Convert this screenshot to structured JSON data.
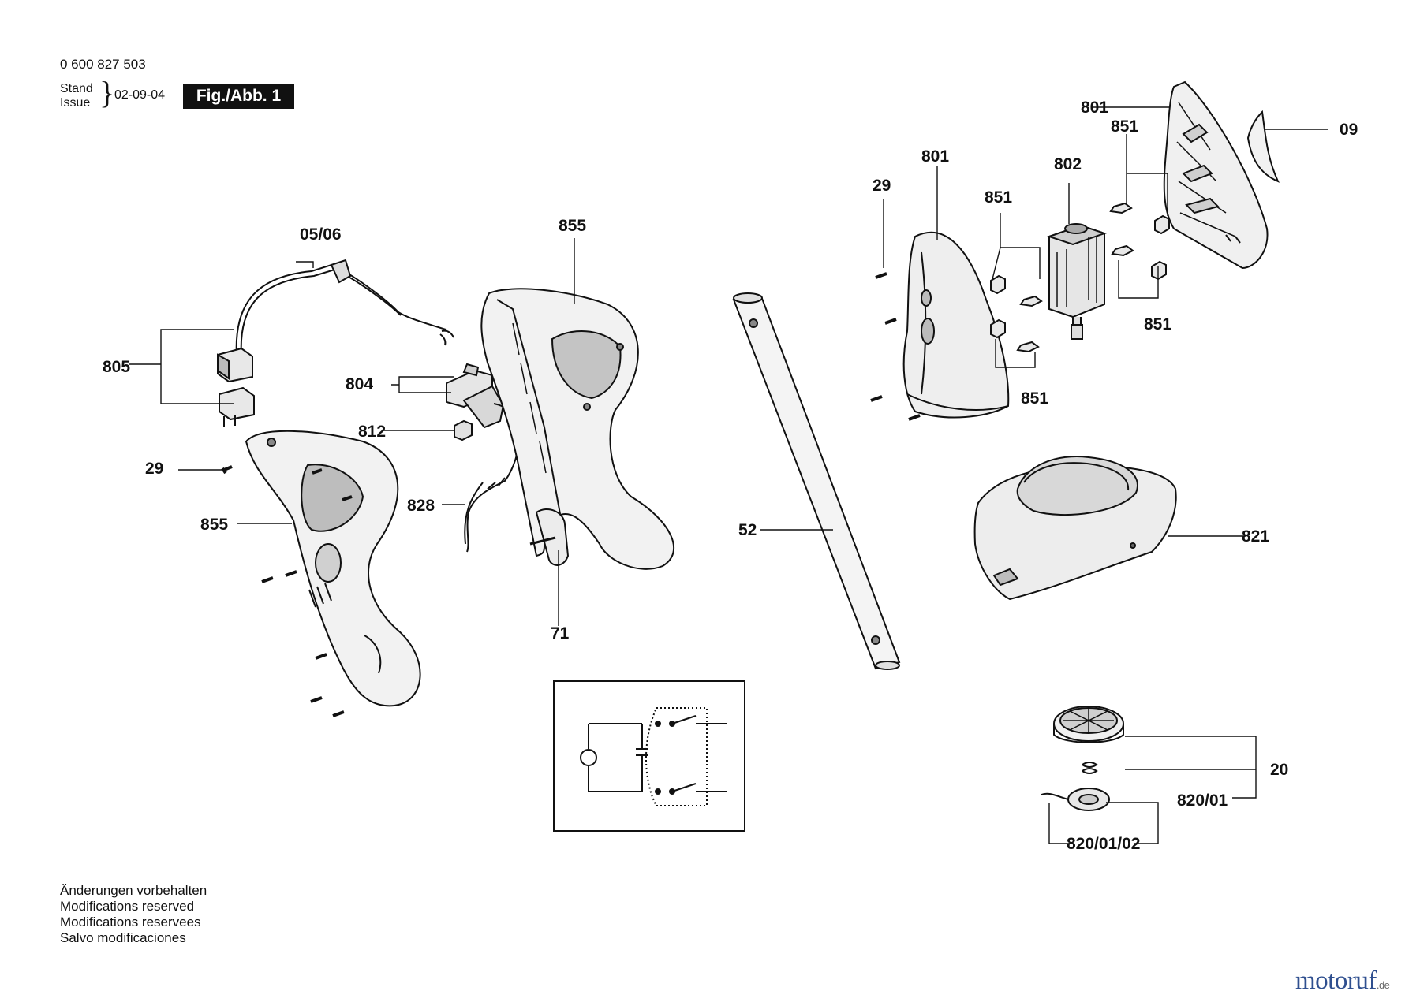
{
  "header": {
    "doc_number": "0 600 827 503",
    "stand_label": "Stand",
    "issue_label": "Issue",
    "date": "02-09-04",
    "figure_label": "Fig./Abb. 1"
  },
  "footer": {
    "notes": [
      "Änderungen vorbehalten",
      "Modifications reserved",
      "Modifications reservees",
      "Salvo modificaciones"
    ]
  },
  "brand": {
    "name": "motoruf",
    "tld": ".de",
    "color": "#2f4f8f"
  },
  "callouts": {
    "c0506": "05/06",
    "c805": "805",
    "c29_left": "29",
    "c855_left": "855",
    "c855_top": "855",
    "c804": "804",
    "c812": "812",
    "c828": "828",
    "c71": "71",
    "c52": "52",
    "c29_right": "29",
    "c801_mid": "801",
    "c801_top": "801",
    "c851_a": "851",
    "c851_b": "851",
    "c851_c": "851",
    "c851_d": "851",
    "c802": "802",
    "c09": "09",
    "c821": "821",
    "c20": "20",
    "c820_01": "820/01",
    "c820_01_02": "820/01/02"
  }
}
